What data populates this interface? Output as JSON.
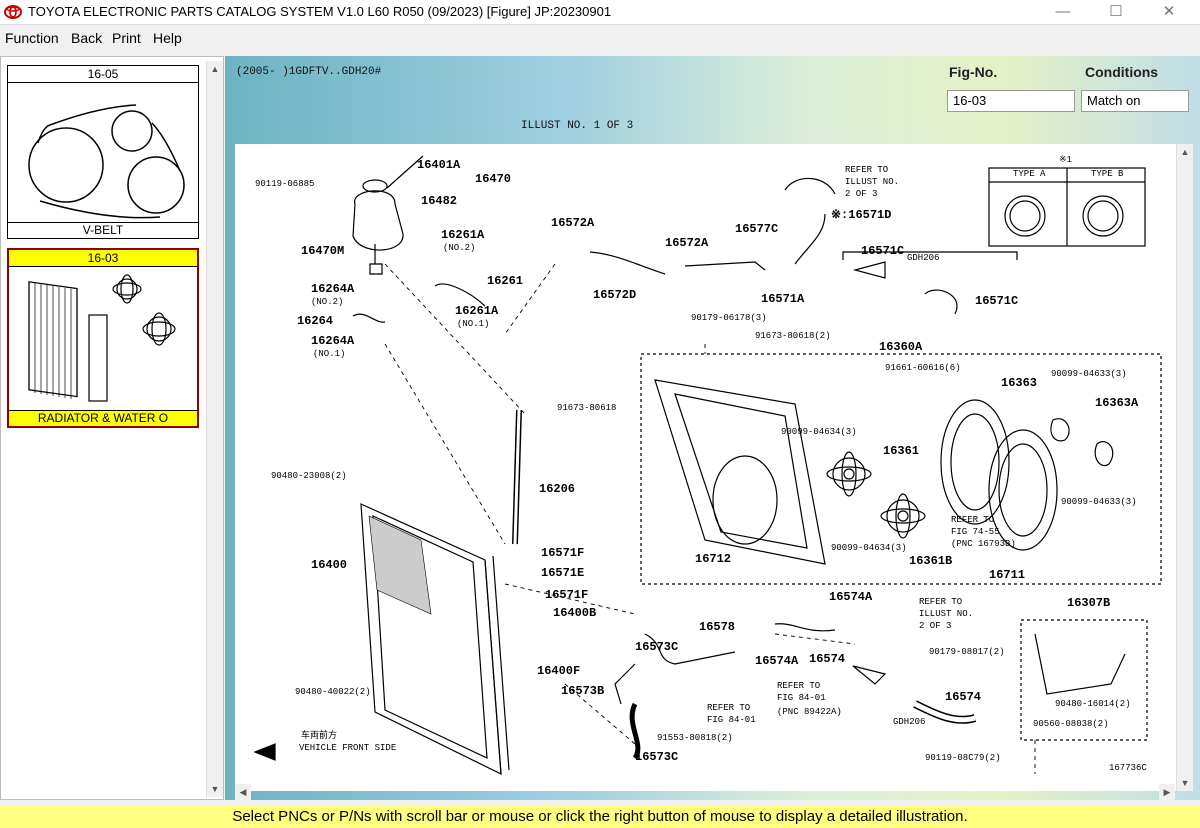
{
  "window": {
    "title": "TOYOTA ELECTRONIC PARTS CATALOG SYSTEM V1.0 L60 R050 (09/2023) [Figure] JP:20230901",
    "controls": [
      "—",
      "☐",
      "✕"
    ]
  },
  "menu": {
    "items": [
      "Function",
      "Back",
      "Print",
      "Help"
    ]
  },
  "figure_list": {
    "items": [
      {
        "number": "16-05",
        "name": "V-BELT",
        "selected": false
      },
      {
        "number": "16-03",
        "name": "RADIATOR & WATER O",
        "selected": true
      }
    ]
  },
  "header": {
    "model": "(2005-    )1GDFTV..GDH20#",
    "illust": "ILLUST NO. 1 OF 3",
    "fig_no_label": "Fig-No.",
    "fig_no_value": "16-03",
    "conditions_label": "Conditions",
    "conditions_value": "Match on"
  },
  "diagram": {
    "callouts": [
      "16401A",
      "16470",
      "90119-06885",
      "16482",
      "16470M",
      "16261A",
      "(NO.2)",
      "16261",
      "16261A",
      "(NO.1)",
      "16264A",
      "(NO.2)",
      "16264",
      "16264A",
      "(NO.1)",
      "16572A",
      "16572D",
      "16572A",
      "16577C",
      "16571A",
      "90179-06178(3)",
      "REFER TO",
      "ILLUST NO.",
      "2 OF 3",
      "※:16571D",
      "16571C",
      "GDH206",
      "16571C",
      "※1",
      "TYPE A",
      "TYPE B",
      "91673-80618(2)",
      "16360A",
      "91661-60616(6)",
      "16363",
      "90099-04633(3)",
      "16363A",
      "90099-04634(3)",
      "16361",
      "16712",
      "90099-04634(3)",
      "16361B",
      "REFER TO",
      "FIG 74-55",
      "(PNC 16793B)",
      "16711",
      "90099-04633(3)",
      "91673-80618",
      "16206",
      "90480-23008(2)",
      "16400",
      "16571F",
      "16571E",
      "16571F",
      "16400B",
      "16400F",
      "90480-40022(2)",
      "16573B",
      "16573C",
      "16578",
      "16574A",
      "16574",
      "16574A",
      "REFER TO",
      "ILLUST NO.",
      "2 OF 3",
      "REFER TO",
      "FIG 84-01",
      "REFER TO",
      "FIG 84-01",
      "(PNC 89422A)",
      "91553-80818(2)",
      "16573C",
      "GDH206",
      "16574",
      "16307B",
      "90179-08017(2)",
      "90480-16014(2)",
      "90560-08038(2)",
      "90119-08C79(2)",
      "车両前方",
      "VEHICLE FRONT SIDE",
      "167736C"
    ]
  },
  "status": {
    "text": "Select PNCs or P/Ns with scroll bar or mouse or click the right button of mouse to display a detailed illustration."
  },
  "colors": {
    "selected_header": "#ffff00",
    "selected_border": "#8b0000",
    "status_bg": "#ffff80"
  }
}
